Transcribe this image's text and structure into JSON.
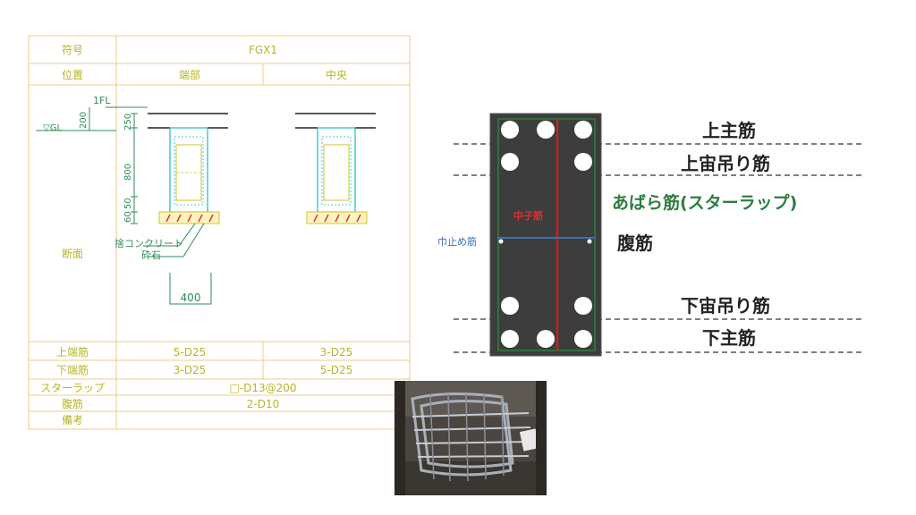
{
  "table": {
    "header_label": "符号",
    "header_value": "FGX1",
    "position_label": "位置",
    "col_end": "端部",
    "col_center": "中央",
    "section_label": "断面",
    "top_rebar_label": "上端筋",
    "top_rebar_end": "5-D25",
    "top_rebar_center": "3-D25",
    "bottom_rebar_label": "下端筋",
    "bottom_rebar_end": "3-D25",
    "bottom_rebar_center": "5-D25",
    "stirrup_label": "スターラップ",
    "stirrup_value": "□-D13@200",
    "web_rebar_label": "腹筋",
    "web_rebar_value": "2-D10",
    "remarks_label": "備考"
  },
  "section_drawing": {
    "fl_label": "1FL",
    "gl_label": "▽GL",
    "dim_200": "200",
    "dim_250": "250",
    "dim_800": "800",
    "dim_50": "50",
    "dim_60": "60",
    "leader_1": "捨コンクリート",
    "leader_2": "砕石",
    "width_dim": "400"
  },
  "rebar_diagram": {
    "center_label": "中子筋",
    "tie_label": "巾止め筋",
    "labels": {
      "top_main": "上主筋",
      "top_hanger": "上宙吊り筋",
      "stirrup": "あばら筋(スターラップ)",
      "web": "腹筋",
      "bottom_hanger": "下宙吊り筋",
      "bottom_main": "下主筋"
    },
    "colors": {
      "stirrup": "#2e7d3e",
      "center_tie": "#cc2020",
      "web_tie": "#3a6fc0",
      "beam": "#3d3d3d"
    }
  },
  "photo": {
    "icon": "rebar-cage-photo"
  }
}
